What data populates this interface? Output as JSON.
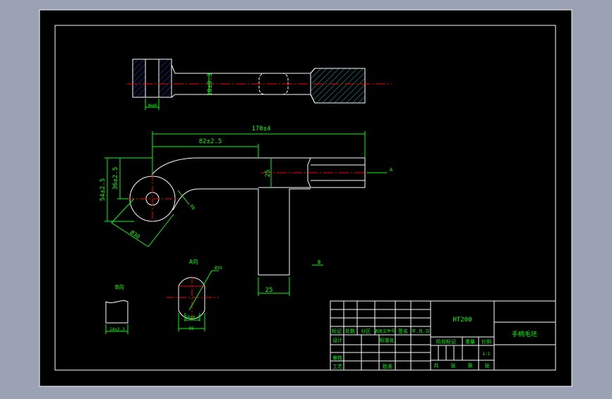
{
  "colors": {
    "bezel": "#9aa2b4",
    "sheet": "#000000",
    "frame": "#ffffff",
    "dimension": "#00ff00",
    "text": "#00ff00",
    "centerline": "#ff0000",
    "hatch": "#00c8c8",
    "section": "#0050ff"
  },
  "views": {
    "top": {
      "dim_height": "10±0.3",
      "dim_bottom": "Ww@4"
    },
    "front": {
      "dim_total": "170±4",
      "dim_mid": "82±2.5",
      "dim_outer_v": "54±2.5",
      "dim_inner_v": "36±2.5",
      "dim_arm": "25",
      "dim_radius": "R8",
      "dim_diameter": "Ø30",
      "dim_stem": "25",
      "arrow_label": "A",
      "section_label": "B"
    },
    "view_a": {
      "title": "A向",
      "dim_dia": "Ø35",
      "dim_inner": "18±0.5",
      "dim_outer": "35"
    },
    "view_b": {
      "title": "B向",
      "dim_width": "14±2.3"
    }
  },
  "title_block": {
    "material": "HT200",
    "drawing_name": "手柄毛坯",
    "revision_headers": [
      "标记",
      "处数",
      "分区",
      "更改文件号",
      "签名",
      "年.月.日"
    ],
    "design_label": "设计",
    "std_label": "标准化",
    "check_label": "审核",
    "process_label": "工艺",
    "approve_label": "批准",
    "stage_label": "阶段标记",
    "weight_label": "重量",
    "scale_label": "比例",
    "scale_value": "1:1",
    "sheet_total": "共",
    "sheet_unit": "张",
    "sheet_no": "第",
    "sheet_unit2": "张"
  }
}
